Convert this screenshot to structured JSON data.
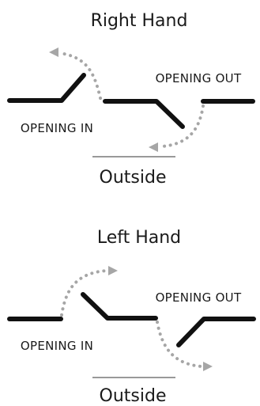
{
  "right_hand": {
    "title": "Right Hand",
    "opening_in_label": "OPENING IN",
    "opening_out_label": "OPENING OUT",
    "outside_label": "Outside"
  },
  "left_hand": {
    "title": "Left Hand",
    "opening_in_label": "OPENING IN",
    "opening_out_label": "OPENING OUT",
    "outside_label": "Outside"
  },
  "colors": {
    "wall": "#111111",
    "swing_arc": "#a6a6a6",
    "text": "#1a1a1a"
  }
}
